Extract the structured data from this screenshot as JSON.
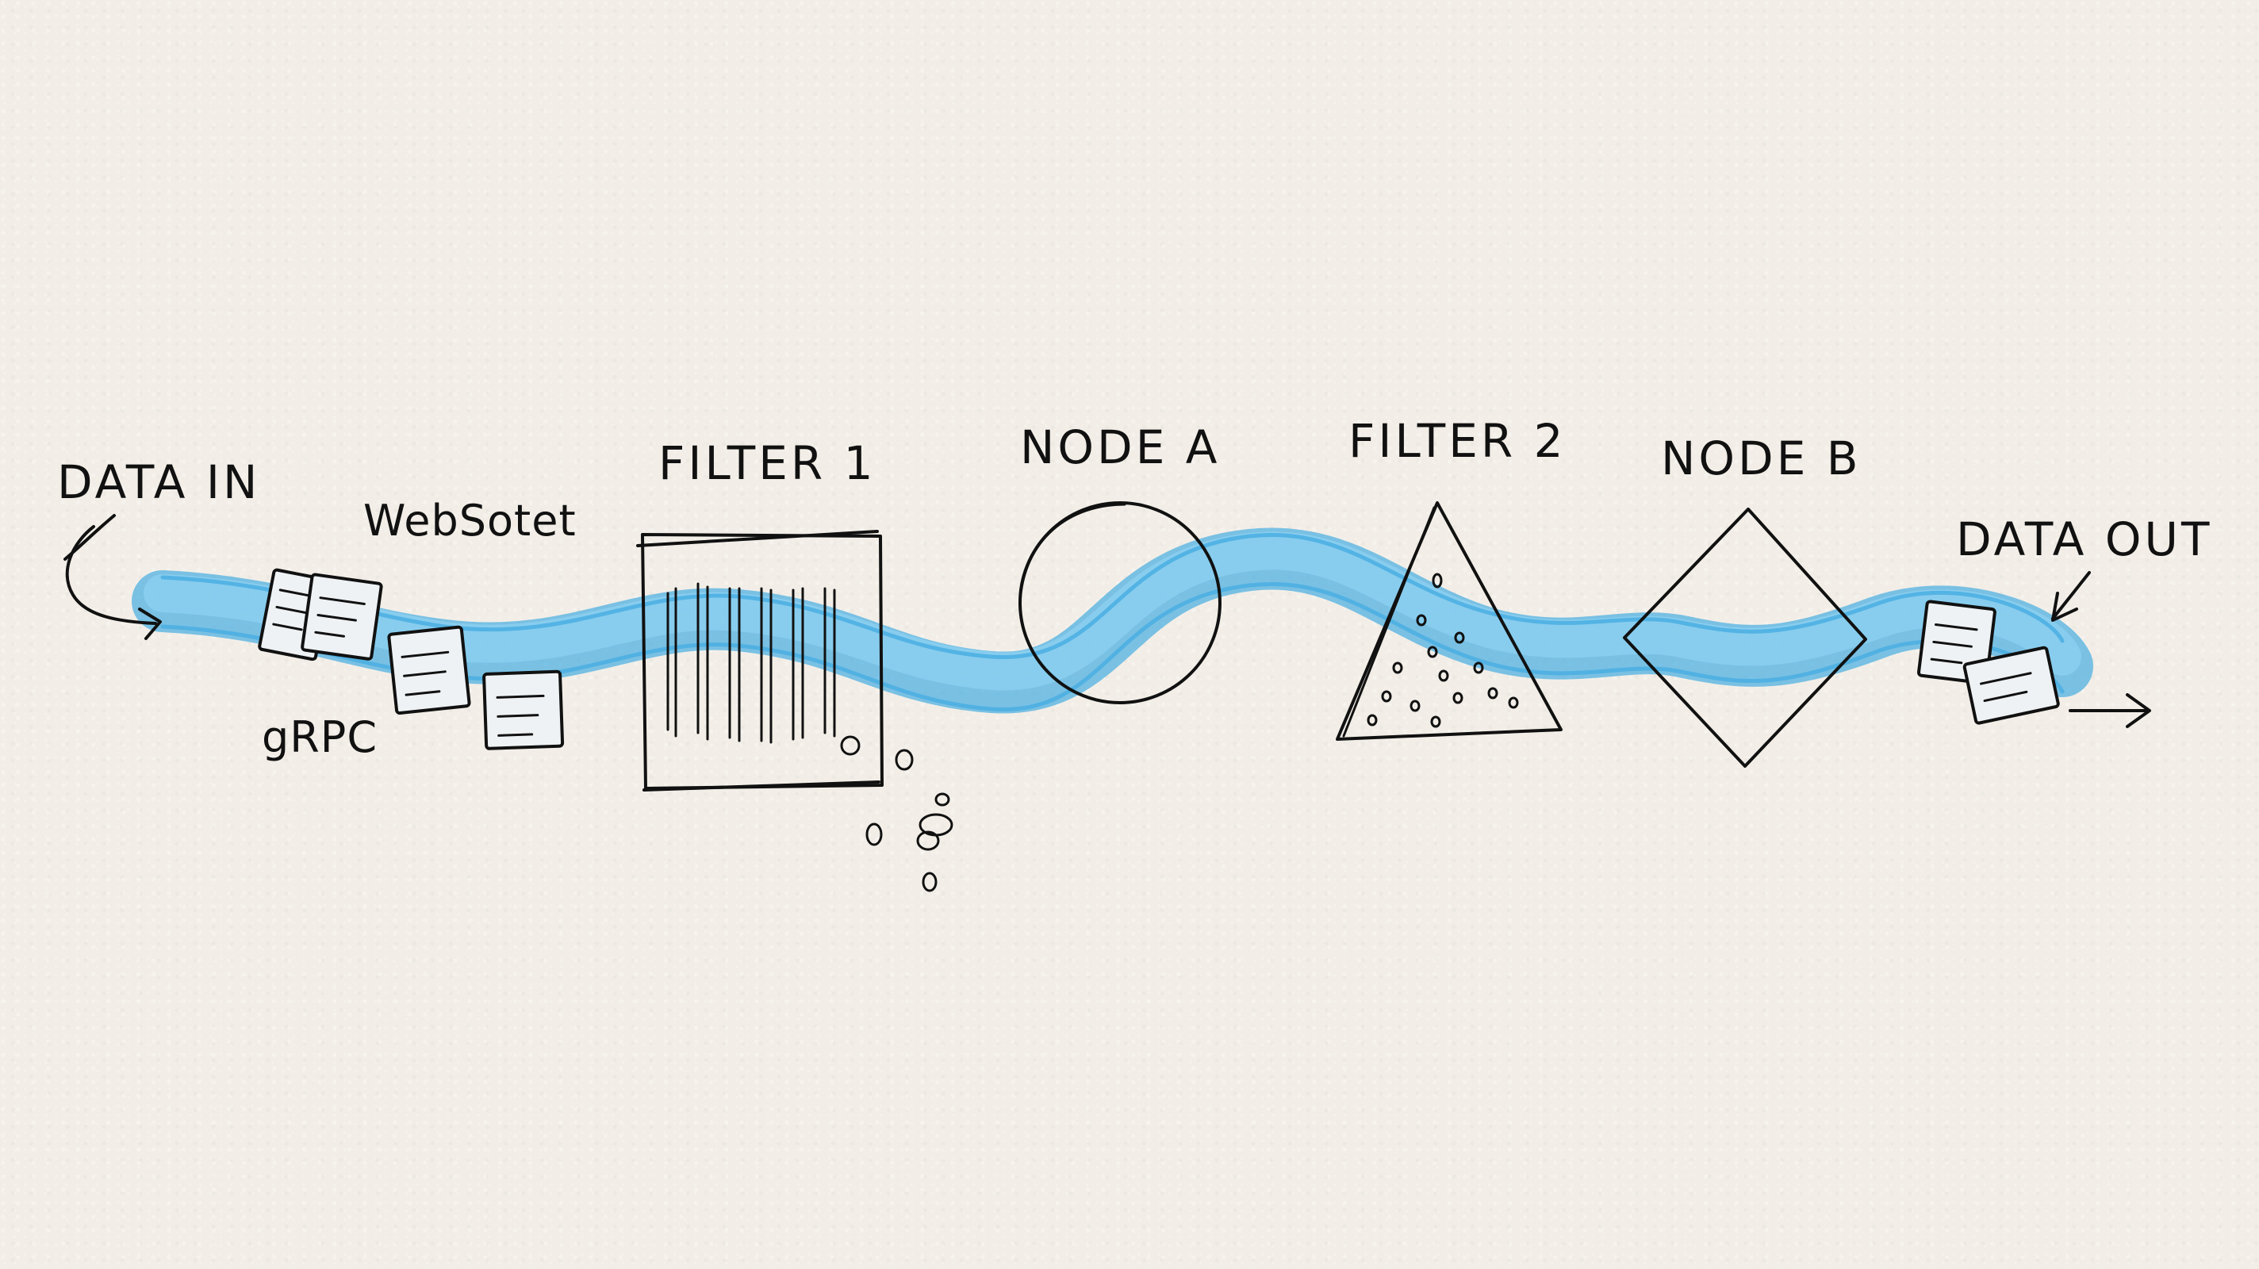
{
  "diagram": {
    "labels": {
      "data_in": "DATA IN",
      "websocket": "WebSotet",
      "grpc": "gRPC",
      "filter_1": "FILTER 1",
      "node_a": "NODE A",
      "filter_2": "FILTER 2",
      "node_b": "NODE B",
      "data_out": "DATA OUT"
    },
    "colors": {
      "paper": "#f2eee7",
      "ink": "#111111",
      "stream_blue": "#4aaee2",
      "stream_light_blue": "#8ed1f2"
    },
    "icons": {
      "input_arrow": "curved-arrow-icon",
      "output_arrow": "arrow-right-icon",
      "data_packets": "packet-icon"
    }
  }
}
